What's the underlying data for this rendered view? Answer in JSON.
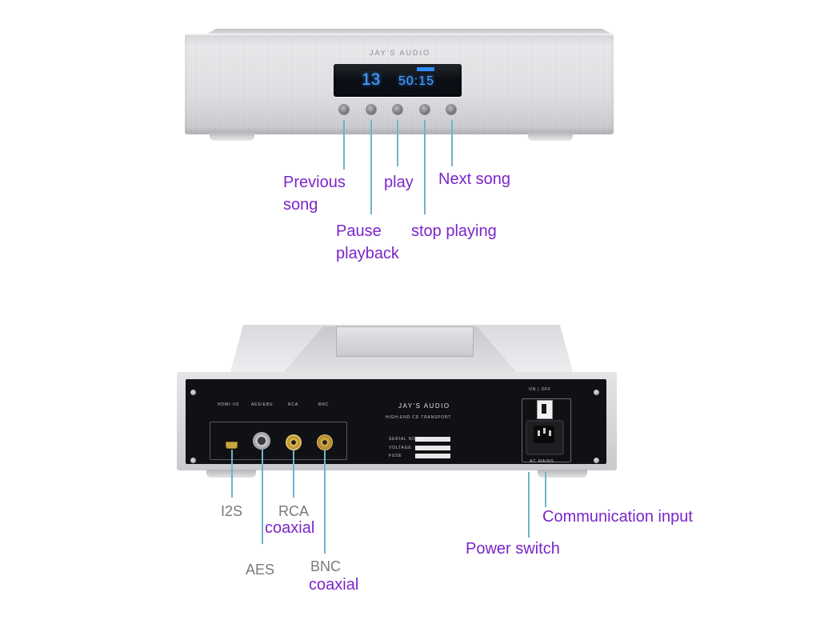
{
  "front": {
    "brand": "JAY'S AUDIO",
    "display_track": "13",
    "display_time": "50:15",
    "callouts": {
      "previous_song": "Previous\nsong",
      "pause_playback": "Pause\nplayback",
      "play": "play",
      "stop_playing": "stop playing",
      "next_song": "Next song"
    }
  },
  "rear": {
    "brand": "JAY'S AUDIO",
    "subtitle": "HIGH-END CD TRANSPORT",
    "port_labels": [
      "HDMI-IIS",
      "AES/EBU",
      "RCA",
      "BNC"
    ],
    "plate_labels": [
      "SERIAL NO.",
      "VOLTAGE",
      "FUSE"
    ],
    "switch_label": "ON | OFF",
    "mains_label": "AC MAINS",
    "callouts": {
      "i2s": "I2S",
      "rca": "RCA",
      "rca_coaxial": "coaxial",
      "aes": "AES",
      "bnc": "BNC",
      "bnc_coaxial": "coaxial",
      "communication_input": "Communication input",
      "power_switch": "Power switch"
    }
  },
  "colors": {
    "callout_purple": "#7b26c8",
    "callout_gray": "#7a7a7a",
    "leader_line": "#6fb3c9",
    "display_blue": "#4aa3ff"
  }
}
